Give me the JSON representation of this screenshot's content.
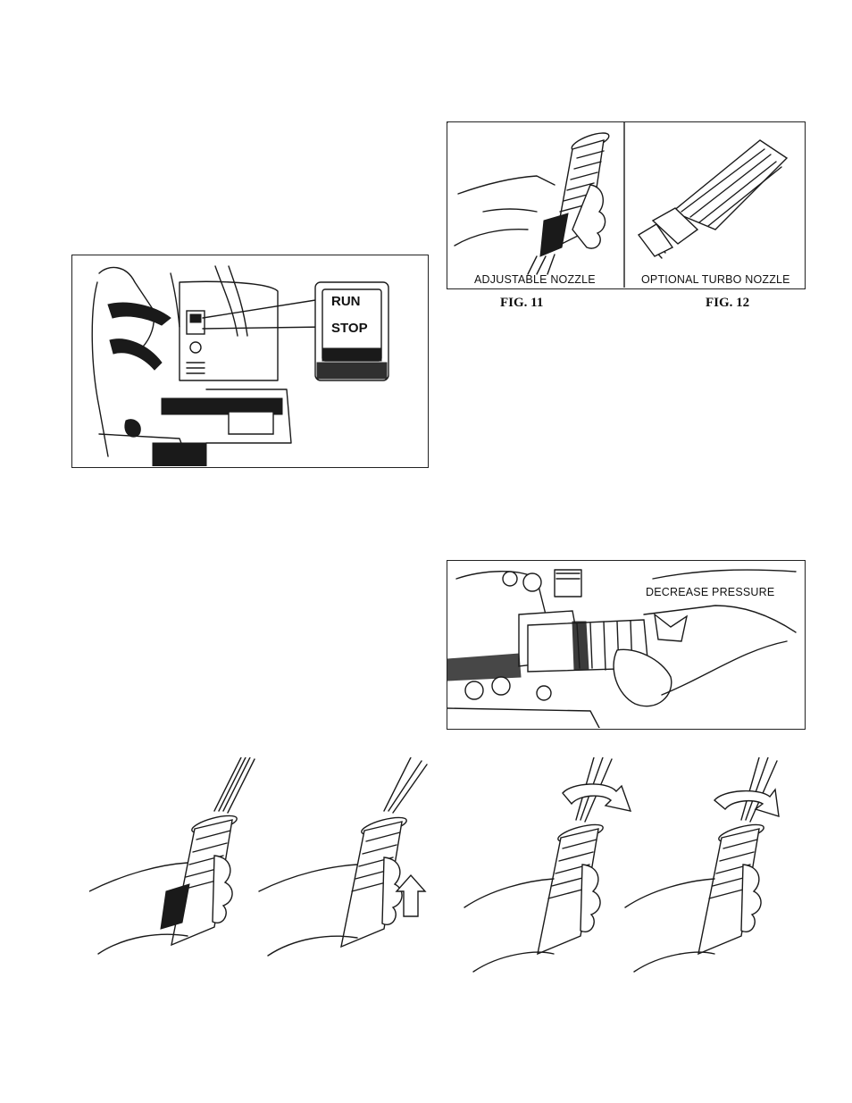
{
  "switch_figure": {
    "run_label": "RUN",
    "stop_label": "STOP"
  },
  "nozzle_figures": {
    "left_panel_label": "ADJUSTABLE NOZZLE",
    "right_panel_label": "OPTIONAL TURBO NOZZLE",
    "fig11_caption": "FIG. 11",
    "fig12_caption": "FIG. 12"
  },
  "pressure_figure": {
    "label": "DECREASE PRESSURE"
  },
  "icons": [
    "switch-panel-illustration",
    "adjustable-nozzle-illustration",
    "turbo-nozzle-illustration",
    "pressure-knob-illustration",
    "nozzle-spray-sequence-illustration",
    "up-arrow-icon",
    "rotate-arrow-icon"
  ]
}
